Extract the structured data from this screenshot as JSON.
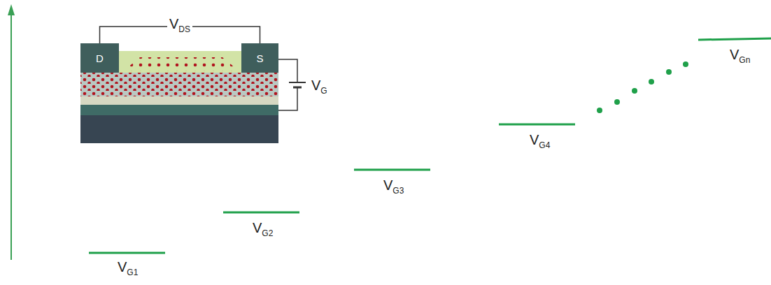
{
  "diagram": {
    "nodes": [
      {
        "text": [
          "D"
        ]
      },
      {
        "text": [
          "S"
        ]
      }
    ],
    "edges": [
      {
        "from": 0,
        "to": 1,
        "arrow": "none",
        "label": "VDS"
      }
    ],
    "labels": [
      "VG",
      "VG1",
      "VG2",
      "VG3",
      "VG4",
      "VGn"
    ]
  }
}
